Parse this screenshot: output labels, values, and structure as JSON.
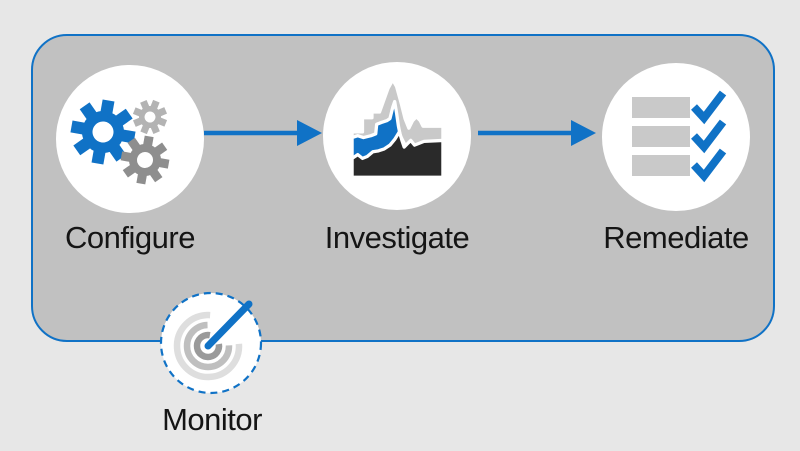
{
  "diagram": {
    "steps": [
      {
        "label": "Configure",
        "icon": "gears-icon"
      },
      {
        "label": "Investigate",
        "icon": "area-chart-icon"
      },
      {
        "label": "Remediate",
        "icon": "checklist-icon"
      }
    ],
    "monitor": {
      "label": "Monitor",
      "icon": "radar-target-icon"
    },
    "connectors": [
      {
        "icon": "right-arrow-icon"
      },
      {
        "icon": "right-arrow-icon"
      }
    ]
  },
  "colors": {
    "background": "#e7e7e7",
    "panel_fill": "#c1c1c1",
    "accent_blue": "#1072c6",
    "white": "#ffffff",
    "icon_gray_light": "#c9c9c9",
    "icon_gray_mid": "#b3b3b3",
    "icon_gray_dark": "#8e8e8e",
    "icon_charcoal": "#2a2a2a",
    "arc_inner": "#9a9a9a",
    "arc_middle": "#bfbfbf",
    "arc_outer": "#dedede",
    "text": "#151515"
  }
}
